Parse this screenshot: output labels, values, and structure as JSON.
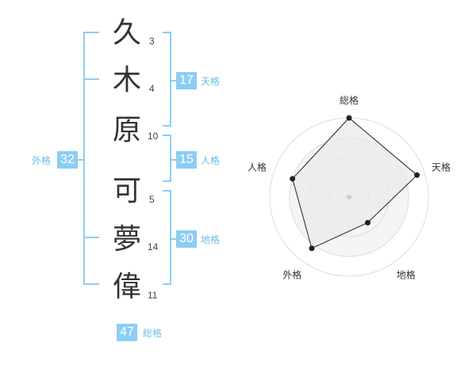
{
  "name": {
    "chars": [
      {
        "char": "久",
        "strokes": "3"
      },
      {
        "char": "木",
        "strokes": "4"
      },
      {
        "char": "原",
        "strokes": "10"
      },
      {
        "char": "可",
        "strokes": "5"
      },
      {
        "char": "夢",
        "strokes": "14"
      },
      {
        "char": "偉",
        "strokes": "11"
      }
    ]
  },
  "fortunes": {
    "tenkaku": {
      "value": "17",
      "label": "天格"
    },
    "jinkaku": {
      "value": "15",
      "label": "人格"
    },
    "chikaku": {
      "value": "30",
      "label": "地格"
    },
    "gaikaku": {
      "value": "32",
      "label": "外格"
    },
    "soukaku": {
      "value": "47",
      "label": "総格"
    }
  },
  "colors": {
    "accent": "#8ccdf5",
    "label_text": "#6fbbe9",
    "grid_fill": "#f5f5f5",
    "poly_fill": "#e9e9e9",
    "poly_stroke": "#222222"
  },
  "chart_data": {
    "type": "radar",
    "axes": [
      "総格",
      "天格",
      "地格",
      "外格",
      "人格"
    ],
    "values": [
      1.0,
      0.9,
      0.4,
      0.8,
      0.75
    ],
    "rmax": 1.0,
    "rings": 4
  }
}
